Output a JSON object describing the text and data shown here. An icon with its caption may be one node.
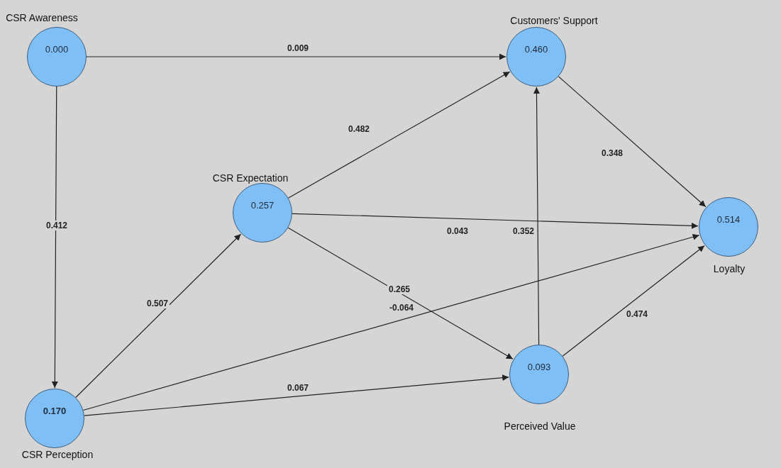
{
  "diagram": {
    "nodes": [
      {
        "text": [
          "CSR Awareness",
          "0.000"
        ]
      },
      {
        "text": [
          "Customers' Support",
          "0.460"
        ]
      },
      {
        "text": [
          "CSR Expectation",
          "0.257"
        ]
      },
      {
        "text": [
          "0.514",
          "Loyalty"
        ]
      },
      {
        "text": [
          "0.093",
          "Perceived Value"
        ]
      },
      {
        "text": [
          "0.170",
          "CSR Perception"
        ]
      }
    ],
    "edges": [
      {
        "from": 0,
        "to": 1,
        "arrow": "to",
        "label": "0.009"
      },
      {
        "from": 0,
        "to": 5,
        "arrow": "to",
        "label": "0.412"
      },
      {
        "from": 5,
        "to": 2,
        "arrow": "to",
        "label": "0.507"
      },
      {
        "from": 2,
        "to": 1,
        "arrow": "to",
        "label": "0.482"
      },
      {
        "from": 2,
        "to": 3,
        "arrow": "to",
        "label": "0.043"
      },
      {
        "from": 2,
        "to": 4,
        "arrow": "to",
        "label": "0.265"
      },
      {
        "from": 5,
        "to": 3,
        "arrow": "to",
        "label": "-0.064"
      },
      {
        "from": 5,
        "to": 4,
        "arrow": "to",
        "label": "0.067"
      },
      {
        "from": 4,
        "to": 1,
        "arrow": "to",
        "label": "0.352"
      },
      {
        "from": 4,
        "to": 3,
        "arrow": "to",
        "label": "0.474"
      },
      {
        "from": 1,
        "to": 3,
        "arrow": "to",
        "label": "0.348"
      }
    ]
  }
}
